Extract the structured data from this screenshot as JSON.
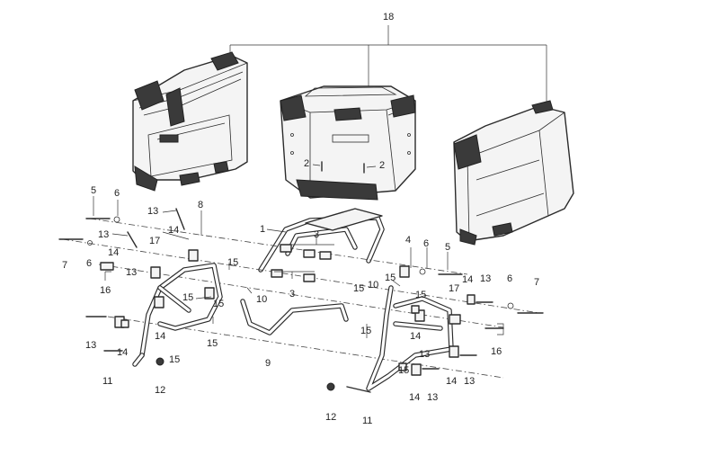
{
  "diagram": {
    "callouts": [
      {
        "id": "c18",
        "text": "18"
      },
      {
        "id": "c2a",
        "text": "2"
      },
      {
        "id": "c2b",
        "text": "2"
      },
      {
        "id": "c1",
        "text": "1"
      },
      {
        "id": "c3a",
        "text": "3"
      },
      {
        "id": "c3b",
        "text": "3"
      },
      {
        "id": "c5a",
        "text": "5"
      },
      {
        "id": "c6a",
        "text": "6"
      },
      {
        "id": "c13a",
        "text": "13"
      },
      {
        "id": "c8",
        "text": "8"
      },
      {
        "id": "c14a",
        "text": "14"
      },
      {
        "id": "c13b",
        "text": "13"
      },
      {
        "id": "c17a",
        "text": "17"
      },
      {
        "id": "c14b",
        "text": "14"
      },
      {
        "id": "c7a",
        "text": "7"
      },
      {
        "id": "c6b",
        "text": "6"
      },
      {
        "id": "c16a",
        "text": "16"
      },
      {
        "id": "c13c",
        "text": "13"
      },
      {
        "id": "c15a",
        "text": "15"
      },
      {
        "id": "c15b",
        "text": "15"
      },
      {
        "id": "c15c",
        "text": "15"
      },
      {
        "id": "c10a",
        "text": "10"
      },
      {
        "id": "c15d",
        "text": "15"
      },
      {
        "id": "c14c",
        "text": "14"
      },
      {
        "id": "c13d",
        "text": "13"
      },
      {
        "id": "c14d",
        "text": "14"
      },
      {
        "id": "c15e",
        "text": "15"
      },
      {
        "id": "c11a",
        "text": "11"
      },
      {
        "id": "c12a",
        "text": "12"
      },
      {
        "id": "c9",
        "text": "9"
      },
      {
        "id": "c4",
        "text": "4"
      },
      {
        "id": "c6c",
        "text": "6"
      },
      {
        "id": "c5b",
        "text": "5"
      },
      {
        "id": "c15f",
        "text": "15"
      },
      {
        "id": "c10b",
        "text": "10"
      },
      {
        "id": "c15g",
        "text": "15"
      },
      {
        "id": "c17b",
        "text": "17"
      },
      {
        "id": "c14e",
        "text": "14"
      },
      {
        "id": "c13e",
        "text": "13"
      },
      {
        "id": "c6d",
        "text": "6"
      },
      {
        "id": "c7b",
        "text": "7"
      },
      {
        "id": "c15h",
        "text": "15"
      },
      {
        "id": "c15i",
        "text": "15"
      },
      {
        "id": "c14f",
        "text": "14"
      },
      {
        "id": "c13f",
        "text": "13"
      },
      {
        "id": "c16b",
        "text": "16"
      },
      {
        "id": "c15j",
        "text": "15"
      },
      {
        "id": "c14g",
        "text": "14"
      },
      {
        "id": "c13g",
        "text": "13"
      },
      {
        "id": "c14h",
        "text": "14"
      },
      {
        "id": "c13h",
        "text": "13"
      },
      {
        "id": "c12b",
        "text": "12"
      },
      {
        "id": "c11b",
        "text": "11"
      }
    ]
  }
}
